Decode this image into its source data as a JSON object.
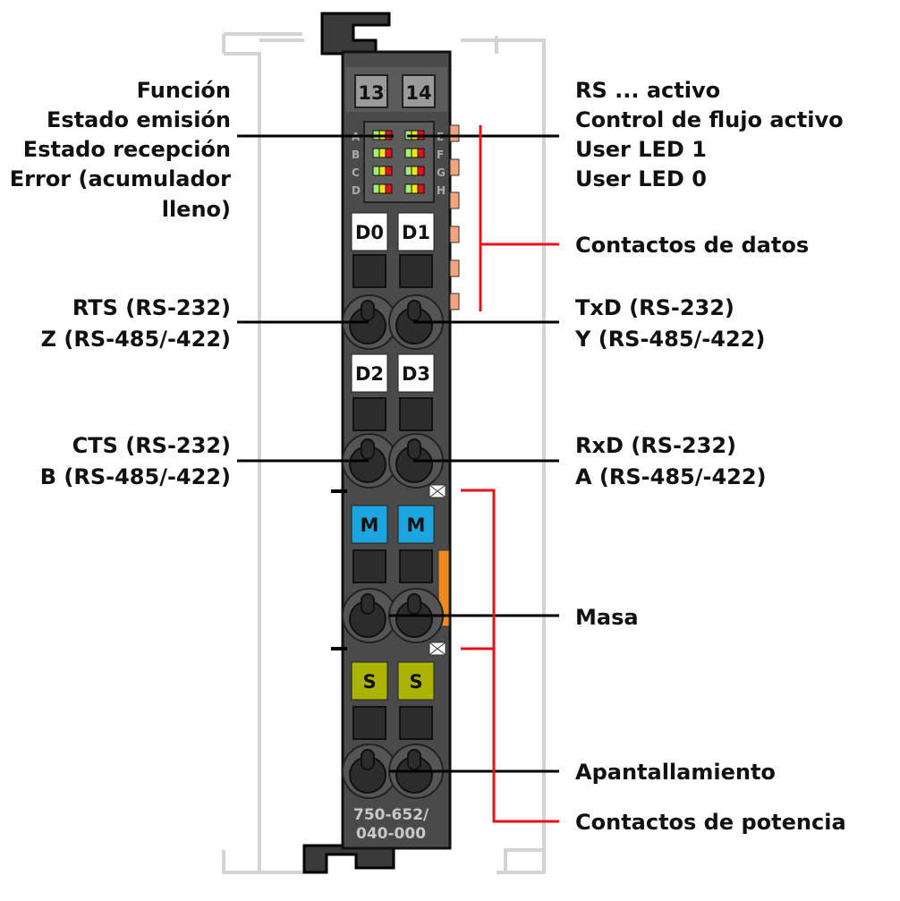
{
  "terminals": {
    "t13": "13",
    "t14": "14"
  },
  "led_letters": {
    "left": [
      "A",
      "B",
      "C",
      "D"
    ],
    "right": [
      "E",
      "F",
      "G",
      "H"
    ]
  },
  "connector_tags": {
    "d0": "D0",
    "d1": "D1",
    "d2": "D2",
    "d3": "D3",
    "m1": "M",
    "m2": "M",
    "s1": "S",
    "s2": "S"
  },
  "model_number": {
    "line1": "750-652/",
    "line2": "040-000"
  },
  "left_labels": {
    "funcion": "Función",
    "estado_emision": "Estado emisión",
    "estado_recepcion": "Estado recepción",
    "error_1": "Error (acumulador",
    "error_2": "lleno)",
    "rts": "RTS (RS-232)",
    "z": "Z (RS-485/-422)",
    "cts": "CTS (RS-232)",
    "b": "B (RS-485/-422)"
  },
  "right_labels": {
    "rs_activo": "RS ... activo",
    "control_flujo": "Control de flujo activo",
    "user_led_1": "User LED 1",
    "user_led_0": "User LED 0",
    "contactos_datos": "Contactos de datos",
    "txd": "TxD (RS-232)",
    "y": "Y (RS-485/-422)",
    "rxd": "RxD (RS-232)",
    "a": "A (RS-485/-422)",
    "masa": "Masa",
    "apantallamiento": "Apantallamiento",
    "contactos_potencia": "Contactos de potencia"
  },
  "colors": {
    "body": "#4a4a4a",
    "blue": "#1ba6e0",
    "olive": "#a9b300",
    "red": "#e8101a",
    "orange": "#f7a37a"
  }
}
